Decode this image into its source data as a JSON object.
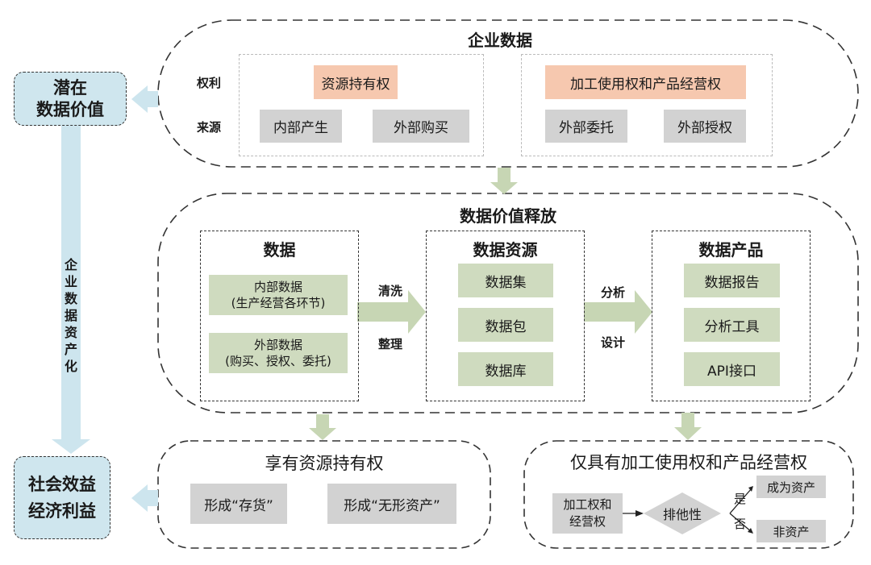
{
  "colors": {
    "blue": "#cfe6ee",
    "blue_arrow": "#cde5ee",
    "green": "#cfdbbf",
    "green_arrow": "#c7d6b4",
    "gray": "#d2d2d2",
    "salmon": "#f6c8af"
  },
  "left": {
    "potential_value": [
      "潜在",
      "数据价值"
    ],
    "assetization": "企业数据资产化",
    "benefits": [
      "社会效益",
      "经济利益"
    ]
  },
  "enterprise_data": {
    "title": "企业数据",
    "row_labels": {
      "rights": "权利",
      "source": "来源"
    },
    "group1": {
      "right": "资源持有权",
      "sources": [
        "内部产生",
        "外部购买"
      ]
    },
    "group2": {
      "right": "加工使用权和产品经营权",
      "sources": [
        "外部委托",
        "外部授权"
      ]
    }
  },
  "value_release": {
    "title": "数据价值释放",
    "data": {
      "title": "数据",
      "items": [
        [
          "内部数据",
          "(生产经营各环节)"
        ],
        [
          "外部数据",
          "(购买、授权、委托)"
        ]
      ]
    },
    "arrow1": {
      "top": "清洗",
      "bottom": "整理"
    },
    "resources": {
      "title": "数据资源",
      "items": [
        "数据集",
        "数据包",
        "数据库"
      ]
    },
    "arrow2": {
      "top": "分析",
      "bottom": "设计"
    },
    "products": {
      "title": "数据产品",
      "items": [
        "数据报告",
        "分析工具",
        "API接口"
      ]
    }
  },
  "ownership": {
    "title": "享有资源持有权",
    "items": [
      "形成“存货”",
      "形成“无形资产”"
    ]
  },
  "processing_rights": {
    "title": "仅具有加工使用权和产品经营权",
    "input": [
      "加工权和",
      "经营权"
    ],
    "decision": "排他性",
    "yes": "是",
    "no": "否",
    "yes_result": "成为资产",
    "no_result": "非资产"
  }
}
